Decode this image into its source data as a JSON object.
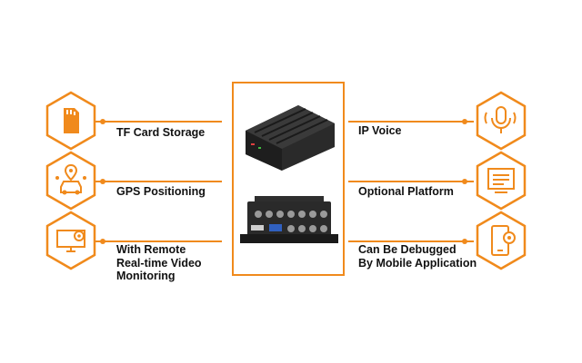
{
  "accent_color": "#f08a1c",
  "features_left": [
    {
      "icon": "tf-card-icon",
      "label": "TF Card Storage"
    },
    {
      "icon": "gps-car-icon",
      "label": "GPS Positioning"
    },
    {
      "icon": "remote-monitor-icon",
      "label": "With Remote\nReal-time Video\nMonitoring"
    }
  ],
  "features_right": [
    {
      "icon": "microphone-icon",
      "label": "IP Voice"
    },
    {
      "icon": "platform-screen-icon",
      "label": "Optional Platform"
    },
    {
      "icon": "mobile-settings-icon",
      "label": "Can Be Debugged\nBy Mobile Application"
    }
  ]
}
